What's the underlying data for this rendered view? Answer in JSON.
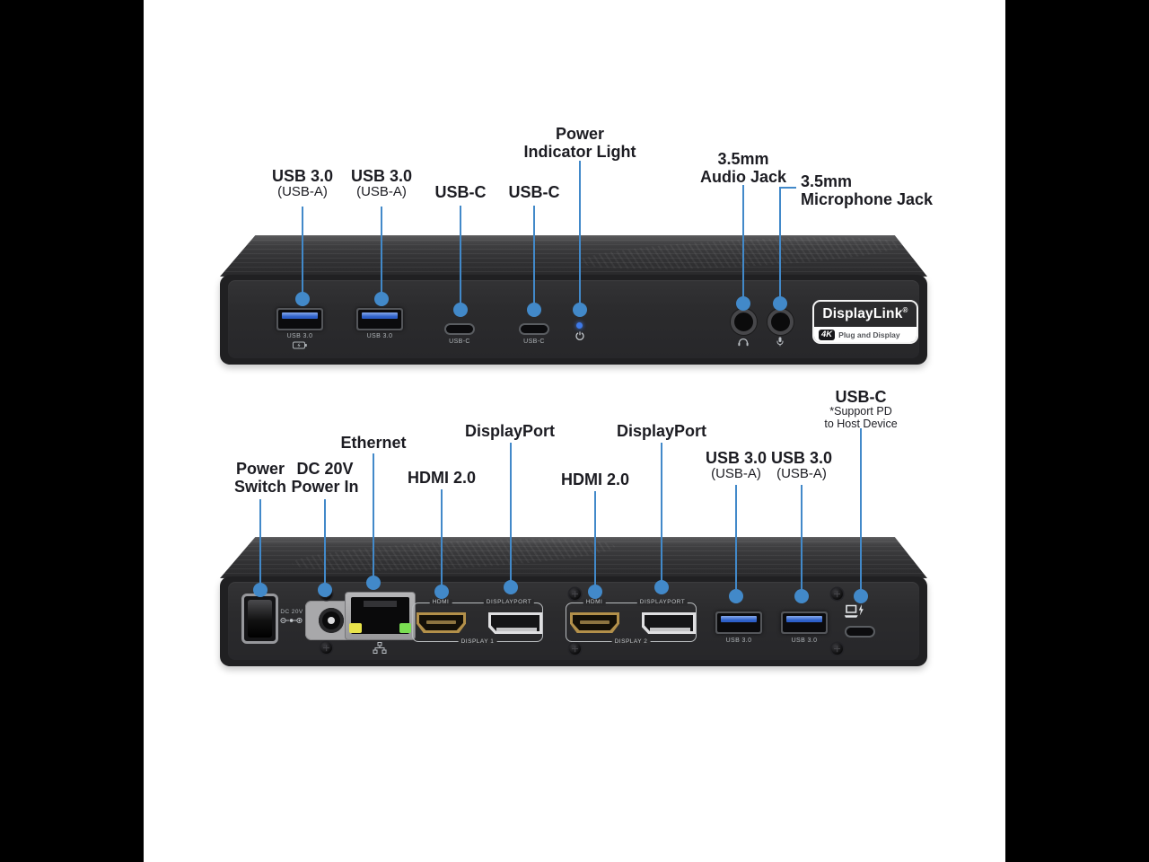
{
  "image": {
    "description": "Docking station port diagram, front and rear views"
  },
  "colors": {
    "accent_blue": "#4289c9",
    "label_text": "#1c1c22",
    "device_body": "#2b2b2d",
    "usb_tongue_blue": "#2d5fc8",
    "hdmi_gold": "#b3904a",
    "power_led_blue": "#3e79e8",
    "ethernet_led_yellow": "#e9e44a",
    "ethernet_led_green": "#7ade52"
  },
  "front": {
    "callouts": [
      {
        "line1": "USB 3.0",
        "line2": "(USB-A)"
      },
      {
        "line1": "USB 3.0",
        "line2": "(USB-A)"
      },
      {
        "line1": "USB-C"
      },
      {
        "line1": "USB-C"
      },
      {
        "line1": "Power",
        "line2": "Indicator Light"
      },
      {
        "line1": "3.5mm",
        "line2": "Audio Jack"
      },
      {
        "line1": "3.5mm",
        "line2": "Microphone Jack"
      }
    ],
    "etched": {
      "usb1": "USB 3.0",
      "usb2": "USB 3.0",
      "usbc1": "USB-C",
      "usbc2": "USB-C"
    },
    "badge": {
      "name": "DisplayLink",
      "reg": "®",
      "badge_4k": "4K",
      "tagline": "Plug and Display"
    }
  },
  "rear": {
    "callouts": [
      {
        "line1": "Power",
        "line2": "Switch"
      },
      {
        "line1": "DC 20V",
        "line2": "Power In"
      },
      {
        "line1": "Ethernet"
      },
      {
        "line1": "HDMI 2.0"
      },
      {
        "line1": "DisplayPort"
      },
      {
        "line1": "HDMI 2.0"
      },
      {
        "line1": "DisplayPort"
      },
      {
        "line1": "USB 3.0",
        "line2": "(USB-A)"
      },
      {
        "line1": "USB 3.0",
        "line2": "(USB-A)"
      },
      {
        "line1": "USB-C",
        "line2": "*Support PD",
        "line3": "to Host Device"
      }
    ],
    "etched": {
      "dc": "DC 20V",
      "hdmi1": "HDMI",
      "dp1": "DISPLAYPORT",
      "display1": "DISPLAY 1",
      "hdmi2": "HDMI",
      "dp2": "DISPLAYPORT",
      "display2": "DISPLAY 2",
      "usb1": "USB 3.0",
      "usb2": "USB 3.0"
    }
  }
}
